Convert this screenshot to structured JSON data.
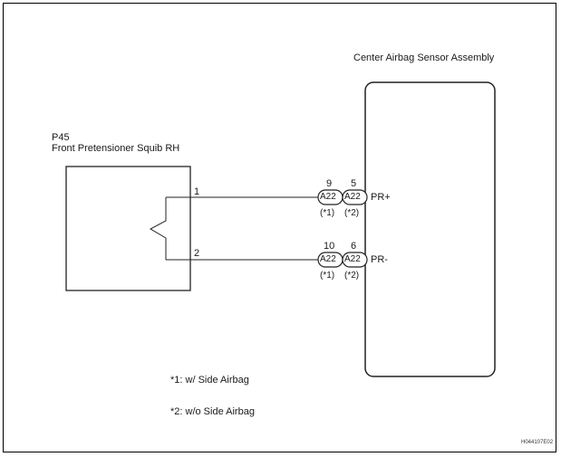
{
  "title": "Front Pretensioner Squib RH circuit diagram",
  "center_assembly": {
    "name": "Center Airbag Sensor Assembly"
  },
  "squib": {
    "code": "P45",
    "name": "Front Pretensioner Squib RH",
    "pins": [
      "1",
      "2"
    ]
  },
  "connections": [
    {
      "signal": "PR+",
      "squib_pin": "1",
      "connectors": [
        {
          "connector": "A22",
          "pin": "9",
          "variant": "(*1)"
        },
        {
          "connector": "A22",
          "pin": "5",
          "variant": "(*2)"
        }
      ]
    },
    {
      "signal": "PR-",
      "squib_pin": "2",
      "connectors": [
        {
          "connector": "A22",
          "pin": "10",
          "variant": "(*1)"
        },
        {
          "connector": "A22",
          "pin": "6",
          "variant": "(*2)"
        }
      ]
    }
  ],
  "notes": [
    "*1: w/ Side Airbag",
    "*2: w/o Side Airbag"
  ],
  "figure_id": "H044107E02"
}
